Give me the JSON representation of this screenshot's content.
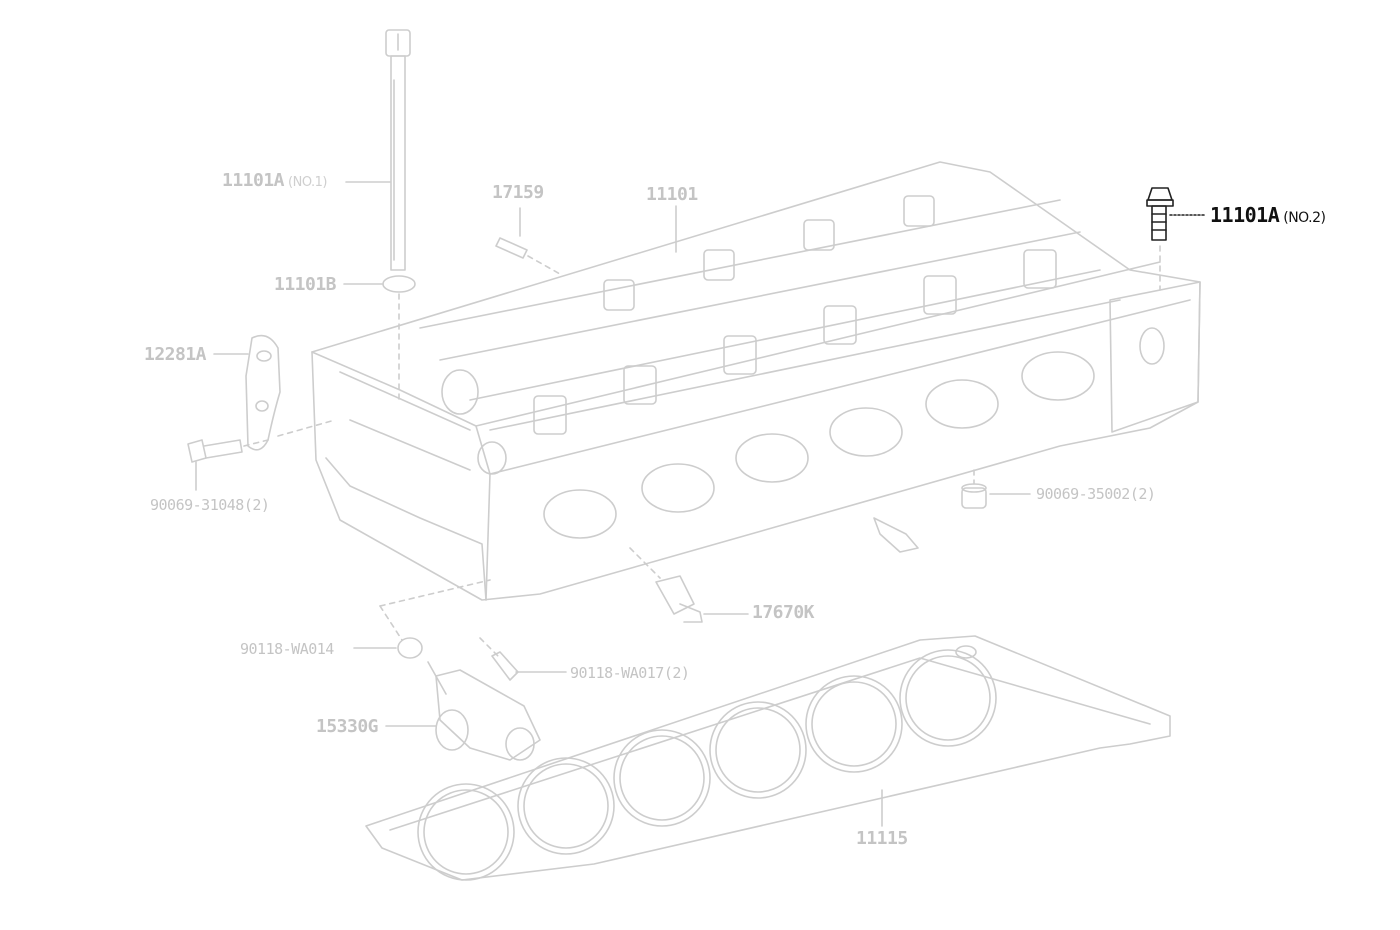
{
  "colors": {
    "ghost": "#c4c4c4",
    "active": "#111111",
    "background": "#ffffff"
  },
  "labels": {
    "p11101A_no1": {
      "code": "11101A",
      "note": "(NO.1)"
    },
    "p11101A_no2": {
      "code": "11101A",
      "note": "(NO.2)"
    },
    "p17159": "17159",
    "p11101": "11101",
    "p11101B": "11101B",
    "p12281A": "12281A",
    "p90069_31048": "90069-31048(2)",
    "p90069_35002": "90069-35002(2)",
    "p17670K": "17670K",
    "p90118_WA014": "90118-WA014",
    "p90118_WA017": "90118-WA017(2)",
    "p15330G": "15330G",
    "p11115": "11115"
  }
}
